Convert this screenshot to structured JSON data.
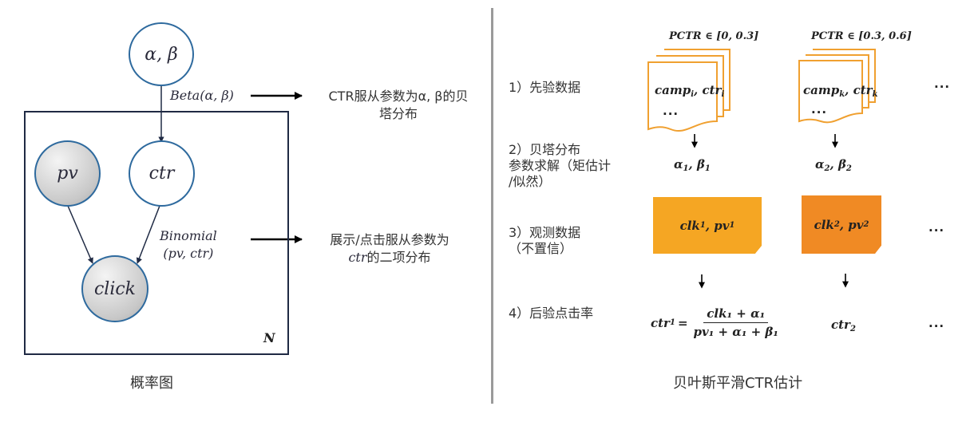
{
  "left_panel": {
    "caption": "概率图",
    "nodes": {
      "hyper": "α, β",
      "pv": "pv",
      "ctr": "ctr",
      "click": "click"
    },
    "plate_label": "N",
    "edge_labels": {
      "beta": "Beta(α, β)",
      "binomial_line1": "Binomial",
      "binomial_line2": "(pv, ctr)"
    },
    "annotations": {
      "beta_line1": "CTR服从参数为α, β的贝",
      "beta_line2": "塔分布",
      "binomial_line1": "展示/点击服从参数为",
      "binomial_line2_math": "ctr",
      "binomial_line2_text": "的二项分布"
    }
  },
  "right_panel": {
    "caption": "贝叶斯平滑CTR估计",
    "steps": [
      {
        "lines": [
          "1）先验数据"
        ]
      },
      {
        "lines": [
          "2）贝塔分布",
          "参数求解（矩估计",
          "/似然）"
        ]
      },
      {
        "lines": [
          "3）观测数据",
          "（不置信）"
        ]
      },
      {
        "lines": [
          "4）后验点击率"
        ]
      }
    ],
    "columns": [
      {
        "range_label": "PCTR ∈ [0, 0.3]",
        "doc_main": "camp",
        "doc_main_sub": "i",
        "doc_sep": ", ",
        "doc_second": "ctr",
        "doc_second_sub": "i",
        "doc_more": "...",
        "params": "α",
        "params_sub1": "1",
        "params_sep": ", β",
        "params_sub2": "1",
        "observed": "clk",
        "observed_sub1": "1",
        "observed_sep": ", pv",
        "observed_sub2": "1",
        "observed_color": "#F5A623",
        "posterior_lhs": "ctr",
        "posterior_lhs_sub": "1",
        "posterior_eq": "=",
        "posterior_num": "clk₁ + α₁",
        "posterior_den": "pv₁ + α₁ + β₁"
      },
      {
        "range_label": "PCTR ∈ [0.3, 0.6]",
        "doc_main": "camp",
        "doc_main_sub": "k",
        "doc_sep": ", ",
        "doc_second": "ctr",
        "doc_second_sub": "k",
        "doc_more": "...",
        "params": "α",
        "params_sub1": "2",
        "params_sep": ", β",
        "params_sub2": "2",
        "observed": "clk",
        "observed_sub1": "2",
        "observed_sep": ", pv",
        "observed_sub2": "2",
        "observed_color": "#F08A24",
        "posterior_lhs": "ctr",
        "posterior_lhs_sub": "2"
      }
    ],
    "ellipsis": "...",
    "colors": {
      "doc_border": "#F0A030",
      "node_border": "#2E6A9E",
      "plate_border": "#1F2A44"
    }
  }
}
